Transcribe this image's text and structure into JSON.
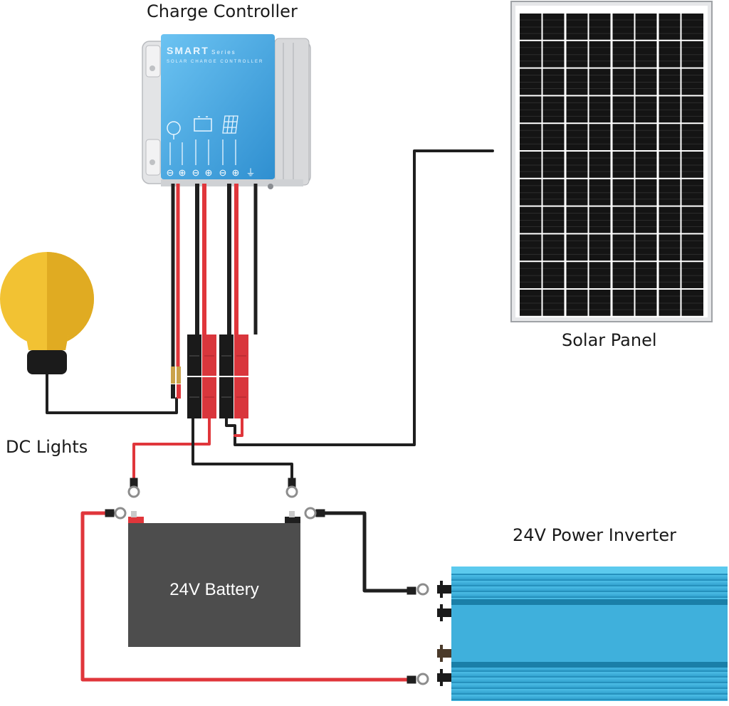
{
  "labels": {
    "charge_controller": "Charge Controller",
    "solar_panel": "Solar Panel",
    "dc_lights": "DC Lights",
    "power_inverter": "24V Power Inverter",
    "battery": "24V Battery"
  },
  "controller": {
    "brand": "SMART",
    "series": "Series",
    "subtitle": "SOLAR CHARGE CONTROLLER",
    "terminal_symbols": [
      "⊖",
      "⊕",
      "⊖",
      "⊕",
      "⊖",
      "⊕",
      "⏚"
    ]
  },
  "colors": {
    "positive_wire": "#e0363b",
    "negative_wire": "#1f1f1f",
    "controller_blue": "#3a9fdc",
    "inverter_blue": "#34a8d6",
    "battery_body": "#4d4d4d",
    "bulb_yellow": "#f2c233",
    "panel_cell": "#111111"
  }
}
